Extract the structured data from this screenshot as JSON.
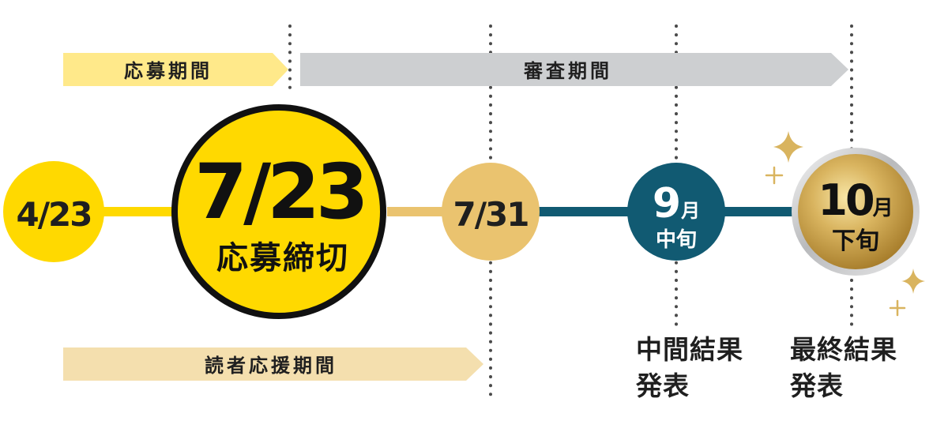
{
  "periods": {
    "application": "応募期間",
    "review": "審査期間",
    "reader_support": "読者応援期間"
  },
  "milestones": {
    "start": {
      "date": "4/23"
    },
    "deadline": {
      "date": "7/23",
      "label": "応募締切"
    },
    "reader_end": {
      "date": "7/31"
    },
    "interim": {
      "month": "9",
      "month_unit": "月",
      "period": "中旬"
    },
    "final": {
      "month": "10",
      "month_unit": "月",
      "period": "下旬"
    }
  },
  "captions": {
    "interim_line1": "中間結果",
    "interim_line2": "発表",
    "final_line1": "最終結果",
    "final_line2": "発表"
  },
  "colors": {
    "yellow": "#ffd900",
    "pale_yellow": "#ffe98a",
    "tan": "#eac36f",
    "pale_tan": "#f4dfae",
    "gray_arrow": "#cdcfd1",
    "navy": "#115a72",
    "gold": "#b08a35",
    "silver": "#c8c9cb",
    "text": "#1f1f1f"
  },
  "icons": [
    "sparkle-icon",
    "small-plus-sparkle-icon"
  ]
}
